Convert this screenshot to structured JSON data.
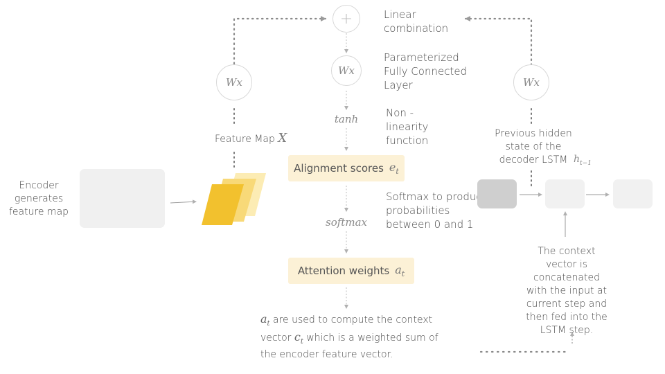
{
  "nodes": {
    "plus_symbol": "+",
    "wx_left": "Wx",
    "wx_center": "Wx",
    "wx_right": "Wx",
    "tanh": "tanh",
    "softmax": "softmax",
    "h_prev": "h",
    "h_prev_sub": "t−1"
  },
  "labels": {
    "linear_combination": "Linear combination",
    "fc_layer": "Parameterized Fully Connected Layer",
    "nonlinearity": "Non - linearity function",
    "softmax_desc": "Softmax to produce probabilities between 0 and 1",
    "feature_map": "Feature Map",
    "feature_map_var": "X",
    "encoder": "Encoder generates feature map",
    "prev_hidden": "Previous hidden state  of the decoder LSTM",
    "context_vector": "The context vector is concatenated with the input at current step and then fed into the LSTM  step."
  },
  "boxes": {
    "alignment_label": "Alignment scores",
    "alignment_var": "e",
    "alignment_sub": "t",
    "attention_label": "Attention weights",
    "attention_var": "a",
    "attention_sub": "t"
  },
  "bottom_note": {
    "var_a": "a",
    "var_a_sub": "t",
    "part1": " are used to compute the context vector ",
    "var_c": "c",
    "var_c_sub": "t",
    "part2": " which is a weighted sum of the encoder feature vector."
  },
  "colors": {
    "highlight_box": "#fcf1d6",
    "feature_map_front": "#f2c12e",
    "feature_map_middle": "#f8d978",
    "feature_map_back": "#fcecb4",
    "encoder_block": "#f0f0f0",
    "lstm_dark": "#cfcfcf",
    "lstm_light": "#f1f1f1",
    "arrow": "#9a9a9a"
  }
}
